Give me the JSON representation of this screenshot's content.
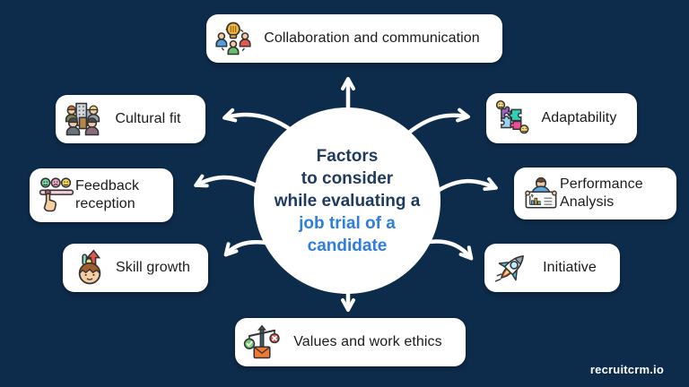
{
  "background_color": "#0D2B4A",
  "center_circle": {
    "line1": "Factors",
    "line2": "to consider",
    "line3": "while evaluating a",
    "line4": "job trial of a",
    "line5": "candidate",
    "dark_text_color": "#1E3A5F",
    "accent_text_color": "#2D7EE0"
  },
  "factors": [
    {
      "label": "Collaboration and communication",
      "icon": "collaboration-icon"
    },
    {
      "label": "Cultural fit",
      "icon": "cultural-fit-icon"
    },
    {
      "label": "Feedback reception",
      "icon": "feedback-reception-icon"
    },
    {
      "label": "Skill growth",
      "icon": "skill-growth-icon"
    },
    {
      "label": "Values and work ethics",
      "icon": "values-work-ethics-icon"
    },
    {
      "label": "Adaptability",
      "icon": "adaptability-icon"
    },
    {
      "label": "Performance Analysis",
      "icon": "performance-analysis-icon"
    },
    {
      "label": "Initiative",
      "icon": "initiative-icon"
    }
  ],
  "watermark": "recruitcrm.io"
}
